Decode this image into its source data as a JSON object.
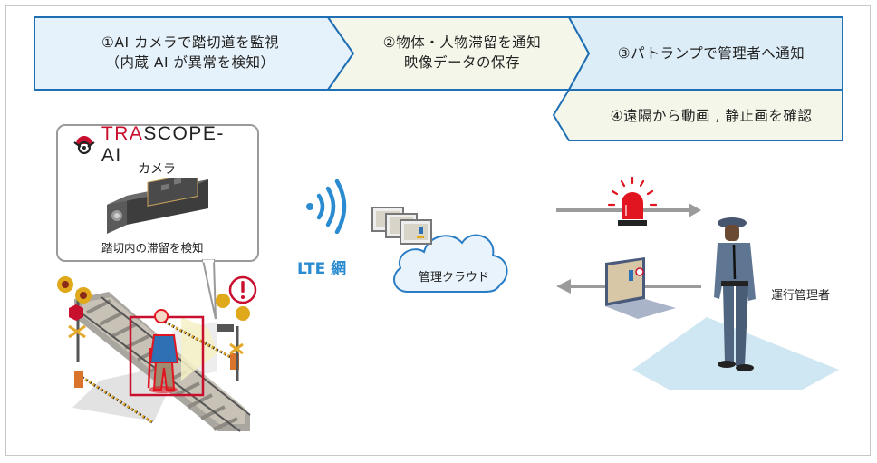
{
  "steps": [
    {
      "id": 1,
      "line1": "①AI カメラで踏切道を監視",
      "line2": "（内蔵 AI が異常を検知）",
      "fill": "#e6f2fb"
    },
    {
      "id": 2,
      "line1": "②物体・人物滞留を通知",
      "line2": "映像データの保存",
      "fill": "#f3f6e8"
    },
    {
      "id": 3,
      "line1": "③パトランプで管理者へ通知",
      "fill": "#dcedf7"
    },
    {
      "id": 4,
      "line1": "④遠隔から動画 , 静止画を確認",
      "fill": "#f3f6e8"
    }
  ],
  "colors": {
    "step_border": "#1f6fb5",
    "brand_red": "#c8102e",
    "lte_blue": "#2a8bd1",
    "arrow_gray": "#9b9b9b",
    "alert_red": "#e0151f",
    "floor_blue": "#cfe7f3",
    "cloud_fill": "#e8f3fb",
    "cloud_stroke": "#2a7cc4"
  },
  "camera_callout": {
    "brand_prefix": "TRA",
    "brand_suffix": "SCOPE-AI",
    "product": "カメラ",
    "caption": "踏切内の滞留を検知"
  },
  "network": {
    "label": "LTE 網",
    "cloud_label": "管理クラウド"
  },
  "operator": {
    "label": "運行管理者"
  }
}
